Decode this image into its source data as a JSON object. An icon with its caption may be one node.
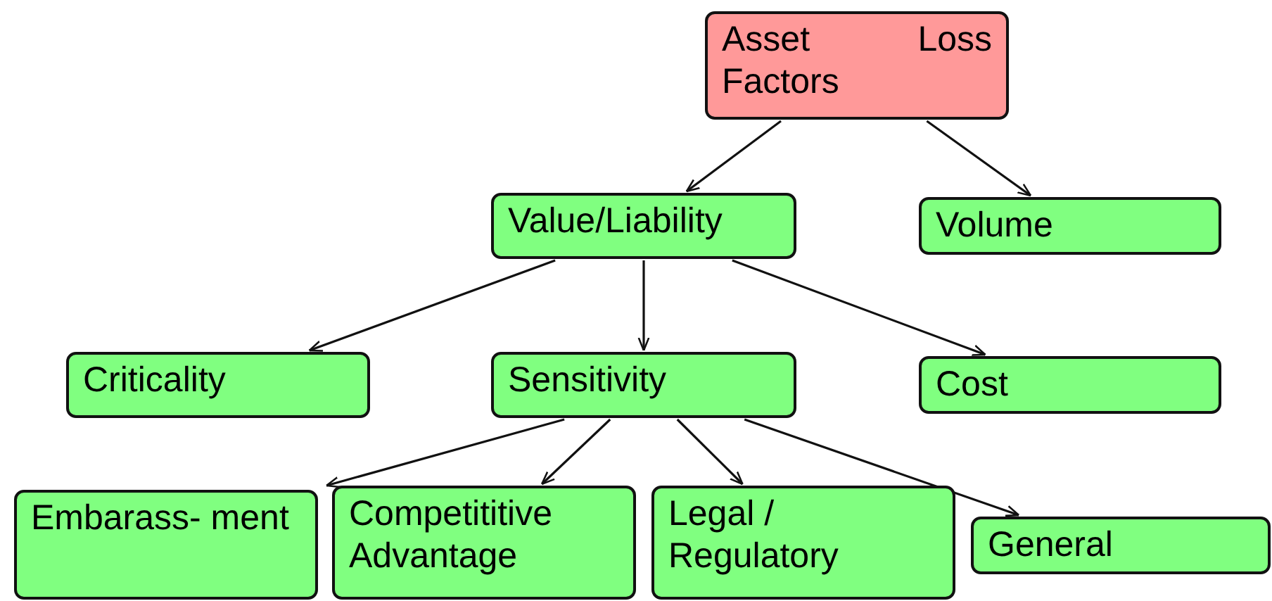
{
  "diagram": {
    "nodes": [
      {
        "text": [
          "Asset Loss Factors"
        ]
      },
      {
        "text": [
          "Value/Liability"
        ]
      },
      {
        "text": [
          "Volume"
        ]
      },
      {
        "text": [
          "Criticality"
        ]
      },
      {
        "text": [
          "Sensitivity"
        ]
      },
      {
        "text": [
          "Cost"
        ]
      },
      {
        "text": [
          "Embarass- ment"
        ]
      },
      {
        "text": [
          "Competititive Advantage"
        ]
      },
      {
        "text": [
          "Legal / Regulatory"
        ]
      },
      {
        "text": [
          "General"
        ]
      }
    ],
    "edges": [
      {
        "from": 0,
        "to": 1,
        "arrow": "to"
      },
      {
        "from": 0,
        "to": 2,
        "arrow": "to"
      },
      {
        "from": 1,
        "to": 3,
        "arrow": "to"
      },
      {
        "from": 1,
        "to": 4,
        "arrow": "to"
      },
      {
        "from": 1,
        "to": 5,
        "arrow": "to"
      },
      {
        "from": 4,
        "to": 6,
        "arrow": "to"
      },
      {
        "from": 4,
        "to": 7,
        "arrow": "to"
      },
      {
        "from": 4,
        "to": 8,
        "arrow": "to"
      },
      {
        "from": 4,
        "to": 9,
        "arrow": "to"
      }
    ]
  }
}
